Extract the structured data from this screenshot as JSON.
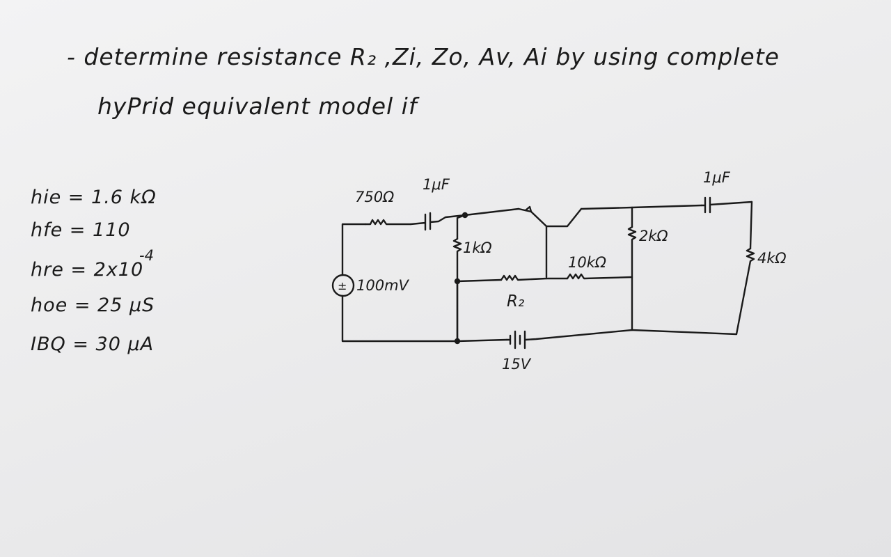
{
  "problem": {
    "line1": "- determine resistance R₂ ,Zi, Zo, Av, Ai by using complete",
    "line2": "hyPrid equivalent model if"
  },
  "parameters": [
    {
      "text": "hie = 1.6 kΩ"
    },
    {
      "text": "hfe = 110"
    },
    {
      "text": "hre = 2x10"
    },
    {
      "text": "hoe = 25 μS"
    },
    {
      "text": "IBQ = 30 μA"
    }
  ],
  "hre_exponent": "-4",
  "circuit": {
    "source_resistor": "750Ω",
    "input_capacitor": "1μF",
    "source_voltage": "100mV",
    "base_resistor": "1kΩ",
    "r2_label": "R₂",
    "collector_feedback_resistor": "10kΩ",
    "collector_resistor": "2kΩ",
    "output_capacitor": "1μF",
    "load_resistor": "4kΩ",
    "supply_voltage": "15V"
  }
}
